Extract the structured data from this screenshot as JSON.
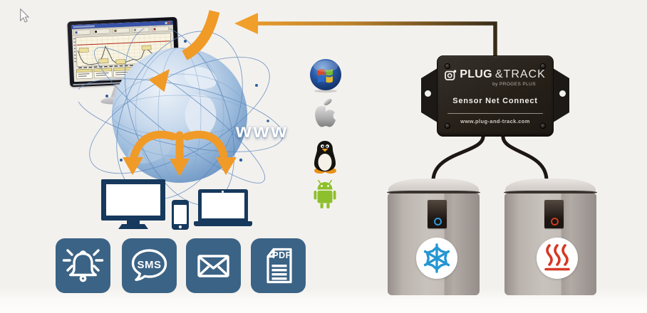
{
  "globe": {
    "label": "www"
  },
  "sensor_device": {
    "brand_bold": "PLUG",
    "brand_light": "&TRACK",
    "byline": "by PROGES PLUS",
    "product_name": "Sensor Net Connect",
    "url": "www.plug-and-track.com"
  },
  "notifications": {
    "sms_label": "SMS",
    "pdf_label": "PDF"
  },
  "icons": {
    "cursor": "mouse-cursor-icon",
    "monitoring_screen": "temperature-chart-screen",
    "internet": "www-globe",
    "alarm": "alarm-bell-icon",
    "sms": "sms-bubble-icon",
    "email": "email-envelope-icon",
    "pdf": "pdf-document-icon",
    "os_logos": [
      "windows-logo-icon",
      "apple-logo-icon",
      "linux-tux-icon",
      "android-robot-icon"
    ],
    "cold": "snowflake-icon",
    "heat": "heat-waves-icon"
  },
  "colors": {
    "background": "#f3f1ee",
    "accent_orange": "#f09a28",
    "steel_blue": "#3b6385",
    "navy": "#16395d",
    "globe_line_blue": "#5b87ba",
    "snowflake_blue": "#2596d2",
    "heat_red": "#d63826",
    "device_black": "#26201c",
    "container_gray": "#bcb5b0"
  }
}
